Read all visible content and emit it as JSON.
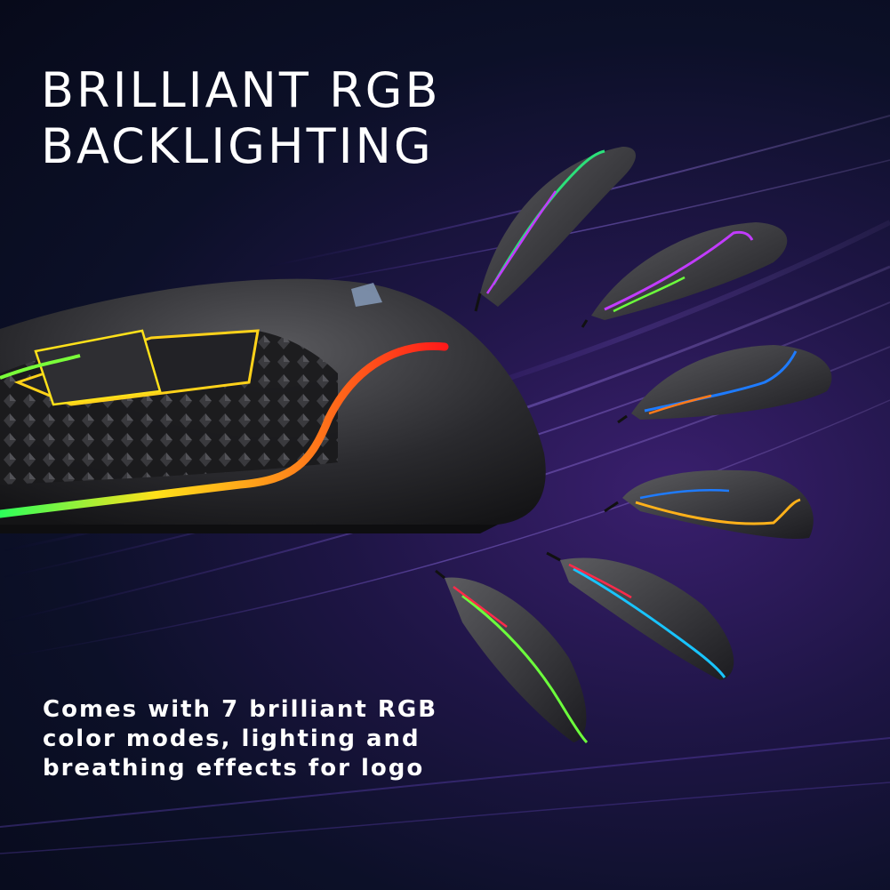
{
  "headline": {
    "line1": "BRILLIANT RGB",
    "line2": "BACKLIGHTING"
  },
  "description": {
    "line1": "Comes with 7 brilliant RGB",
    "line2": "color modes, lighting and",
    "line3": "breathing effects for logo"
  },
  "product": {
    "main_mouse": "gaming-mouse-rainbow-side",
    "variant_count": 7,
    "variant_colors": [
      "#2ce07a",
      "#c23bff",
      "#1e7bff",
      "#ffb11a",
      "#18c4ff",
      "#ff2a4a",
      "#6cff3c"
    ]
  },
  "colors": {
    "background_dark": "#070a1a",
    "background_purple": "#3a1f6e",
    "text": "#ffffff",
    "accent_red": "#ff1a1a"
  }
}
